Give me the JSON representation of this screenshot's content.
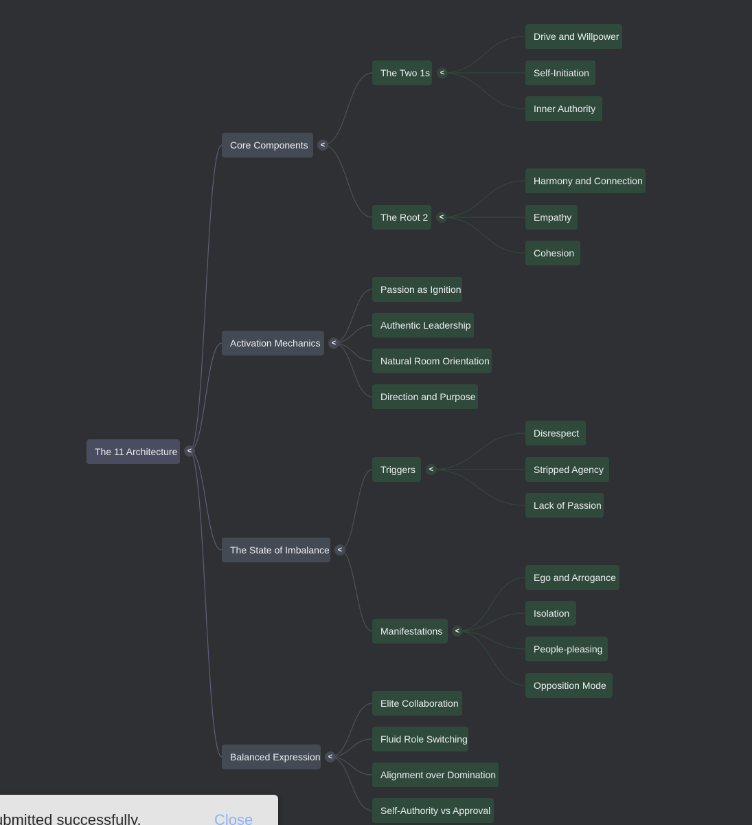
{
  "mindmap": {
    "root": "The 11 Architecture",
    "collapse_glyph": "<",
    "branches": [
      {
        "label": "Core Components",
        "children": [
          {
            "label": "The Two 1s",
            "children": [
              "Drive and Willpower",
              "Self-Initiation",
              "Inner Authority"
            ]
          },
          {
            "label": "The Root 2",
            "children": [
              "Harmony and Connection",
              "Empathy",
              "Cohesion"
            ]
          }
        ]
      },
      {
        "label": "Activation Mechanics",
        "children": [
          "Passion as Ignition",
          "Authentic Leadership",
          "Natural Room Orientation",
          "Direction and Purpose"
        ]
      },
      {
        "label": "The State of Imbalance",
        "children": [
          {
            "label": "Triggers",
            "children": [
              "Disrespect",
              "Stripped Agency",
              "Lack of Passion"
            ]
          },
          {
            "label": "Manifestations",
            "children": [
              "Ego and Arrogance",
              "Isolation",
              "People-pleasing",
              "Opposition Mode"
            ]
          }
        ]
      },
      {
        "label": "Balanced Expression",
        "children": [
          "Elite Collaboration",
          "Fluid Role Switching",
          "Alignment over Domination",
          "Self-Authority vs Approval"
        ]
      }
    ]
  },
  "toast": {
    "message": "ubmitted successfully.",
    "close_label": "Close"
  },
  "colors": {
    "background": "#2f3033",
    "root_node": "#4a4c60",
    "branch_node": "#444a53",
    "leaf_node": "#2f4a3b",
    "root_links": "#5e5f78",
    "branch_links": "#4b5157",
    "leaf_links": "#33463b"
  }
}
